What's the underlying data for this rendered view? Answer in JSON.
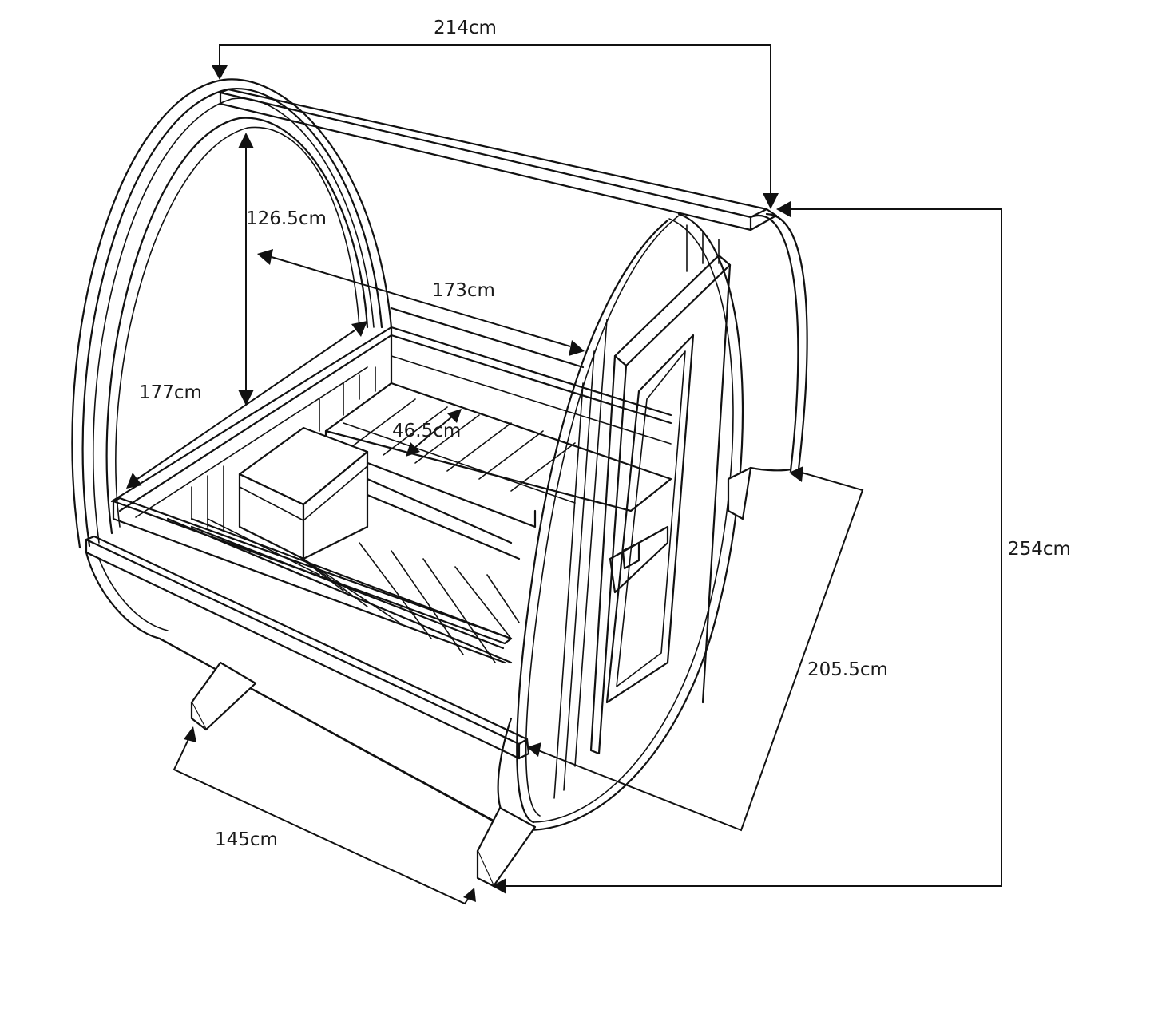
{
  "labels": {
    "top_width": "214cm",
    "door_height": "126.5cm",
    "bench_length": "173cm",
    "inner_height": "177cm",
    "bench_depth": "46.5cm",
    "total_height": "254cm",
    "diagonal_depth": "205.5cm",
    "base_width": "145cm"
  },
  "colors": {
    "line": "#111111",
    "background": "#ffffff"
  }
}
